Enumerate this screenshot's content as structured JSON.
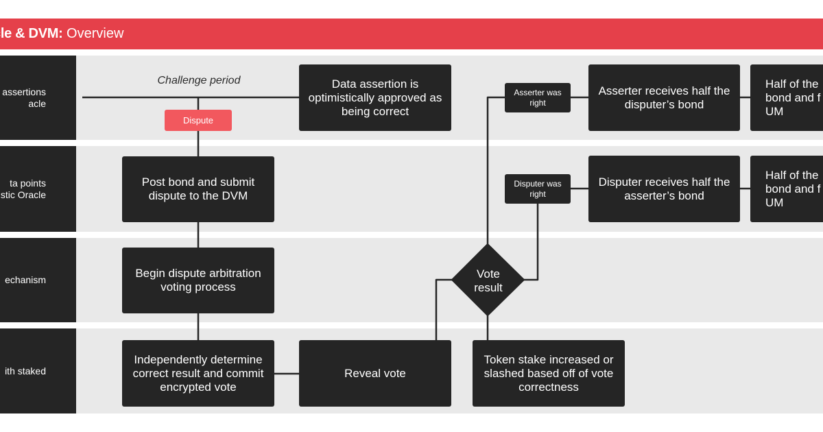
{
  "header": {
    "title_bold": "cle & DVM:",
    "title_rest": "Overview"
  },
  "lanes": [
    {
      "label_lines": [
        "assertions",
        "acle"
      ]
    },
    {
      "label_lines": [
        "ta points",
        "istic Oracle"
      ]
    },
    {
      "label_lines": [
        "echanism"
      ]
    },
    {
      "label_lines": [
        "ith staked"
      ]
    }
  ],
  "labels": {
    "challenge_period": "Challenge period",
    "dispute": "Dispute"
  },
  "nodes": {
    "data_assertion": "Data assertion is optimistically approved as being correct",
    "post_bond": "Post bond and submit dispute to the DVM",
    "begin_dispute": "Begin dispute arbitration voting process",
    "independently": "Independently determine correct result and commit encrypted vote",
    "reveal_vote": "Reveal vote",
    "vote_result": "Vote result",
    "token_stake": "Token stake increased or slashed based off of vote correctness",
    "asserter_right": "Asserter was right",
    "disputer_right": "Disputer was right",
    "asserter_receives": "Asserter receives half the disputer’s bond",
    "disputer_receives": "Disputer receives half the asserter’s bond",
    "half_bond_1": "Half of the bond and f to UM",
    "half_bond_2": "Half of the bond and f to UM"
  },
  "colors": {
    "accent": "#e5404a",
    "dispute": "#f2585e",
    "box": "#252525",
    "lane": "#e9e9e9"
  }
}
